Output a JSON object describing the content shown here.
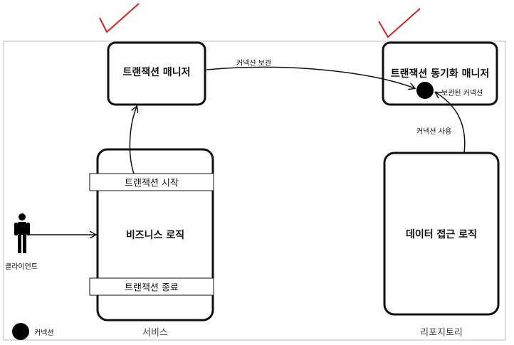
{
  "diagram": {
    "tx_manager": "트랜잭션 매니저",
    "tx_sync_manager": "트랜잭션 동기화 매니저",
    "stored_connection": "보관된 커넥션",
    "connection_store": "커넥션 보관",
    "connection_use": "커넥션 사용",
    "tx_start": "트랜잭션 시작",
    "business_logic": "비즈니스 로직",
    "tx_end": "트랜잭션 종료",
    "data_access_logic": "데이터 접근 로직",
    "client": "클라이언트",
    "service": "서비스",
    "repository": "리포지토리",
    "legend_connection": "커넥션"
  },
  "colors": {
    "checkmark": "#e02020",
    "box_border": "#111111",
    "frame_border": "#bbbbbb"
  }
}
